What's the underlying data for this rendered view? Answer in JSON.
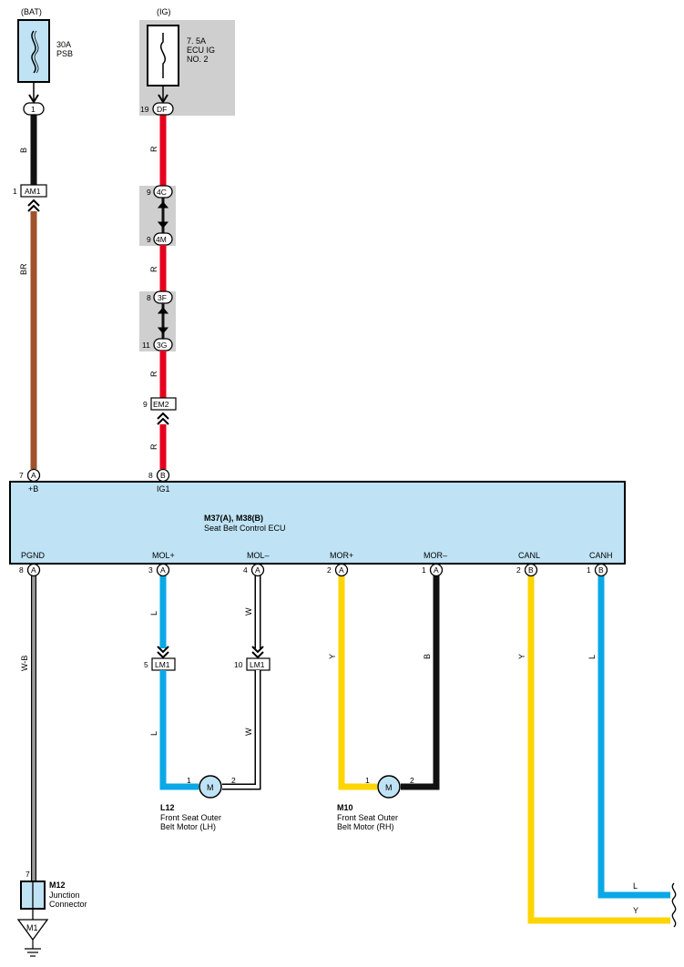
{
  "colors": {
    "red": "#e6001f",
    "black": "#111111",
    "brown": "#a0522d",
    "blue": "#0aa8e6",
    "yellow": "#ffd400",
    "ecu_fill": "#bfe3f5",
    "shade": "#cfcfcf"
  },
  "power": {
    "bat": {
      "label": "(BAT)",
      "fuse_rating": "30A",
      "fuse_name": "PSB",
      "pin": "1"
    },
    "ig": {
      "label": "(IG)",
      "fuse_rating": "7. 5A",
      "fuse_name": "ECU IG",
      "fuse_name2": "NO. 2",
      "pin": "19",
      "connector": "DF"
    }
  },
  "wires": {
    "bat_upper": "B",
    "bat_lower": "BR",
    "ig_seg1": "R",
    "ig_seg2": "R",
    "ig_seg3": "R",
    "ig_seg4": "R",
    "pgnd": "W-B",
    "mol_plus_upper": "L",
    "mol_plus_lower": "L",
    "mol_minus_upper": "W",
    "mol_minus_lower": "W",
    "mor_plus": "Y",
    "mor_minus": "B",
    "canl": "Y",
    "canh": "L",
    "canh_end": "L",
    "canl_end": "Y"
  },
  "connectors": {
    "am1": {
      "pin": "1",
      "name": "AM1"
    },
    "c4c": {
      "pin": "9",
      "name": "4C"
    },
    "c4m": {
      "pin": "9",
      "name": "4M"
    },
    "c3f": {
      "pin": "8",
      "name": "3F"
    },
    "c3g": {
      "pin": "11",
      "name": "3G"
    },
    "em2": {
      "pin": "9",
      "name": "EM2"
    },
    "lm1_left": {
      "pin": "5",
      "name": "LM1"
    },
    "lm1_right": {
      "pin": "10",
      "name": "LM1"
    }
  },
  "ecu": {
    "title": "M37(A), M38(B)",
    "name": "Seat Belt Control ECU",
    "top_pins": [
      {
        "num": "7",
        "conn": "A",
        "label": "+B"
      },
      {
        "num": "8",
        "conn": "B",
        "label": "IG1"
      }
    ],
    "bottom_pins": [
      {
        "num": "8",
        "conn": "A",
        "label": "PGND"
      },
      {
        "num": "3",
        "conn": "A",
        "label": "MOL+"
      },
      {
        "num": "4",
        "conn": "A",
        "label": "MOL–"
      },
      {
        "num": "2",
        "conn": "A",
        "label": "MOR+"
      },
      {
        "num": "1",
        "conn": "A",
        "label": "MOR–"
      },
      {
        "num": "2",
        "conn": "B",
        "label": "CANL"
      },
      {
        "num": "1",
        "conn": "B",
        "label": "CANH"
      }
    ]
  },
  "motors": {
    "left": {
      "id": "L12",
      "line1": "Front Seat Outer",
      "line2": "Belt Motor (LH)",
      "symbol": "M",
      "pin1": "1",
      "pin2": "2"
    },
    "right": {
      "id": "M10",
      "line1": "Front Seat Outer",
      "line2": "Belt Motor (RH)",
      "symbol": "M",
      "pin1": "1",
      "pin2": "2"
    }
  },
  "junction": {
    "id": "M12",
    "line1": "Junction",
    "line2": "Connector",
    "pin": "7"
  },
  "ground": {
    "label": "M1"
  }
}
